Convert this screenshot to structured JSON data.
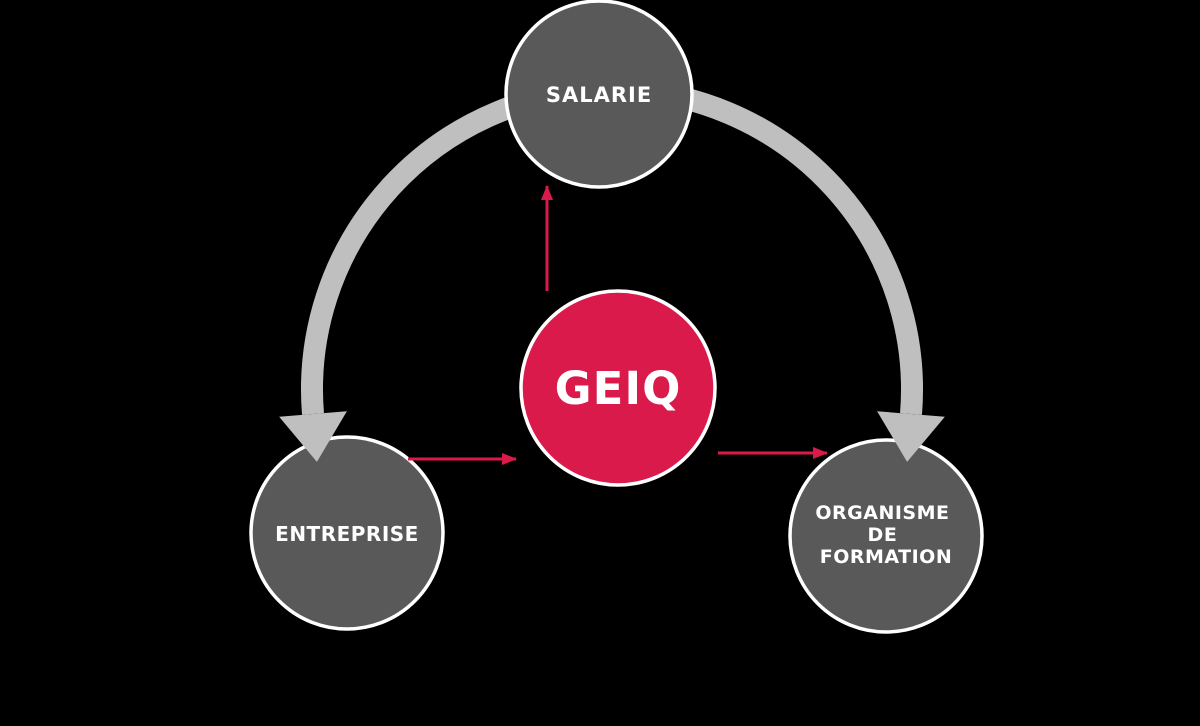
{
  "diagram": {
    "center_node": {
      "label": "GEIQ"
    },
    "nodes": {
      "salarie": {
        "label": "SALARIE"
      },
      "entreprise": {
        "label": "ENTREPRISE"
      },
      "organisme": {
        "lines": [
          "ORGANISME",
          "DE",
          "FORMATION"
        ]
      }
    },
    "colors": {
      "background": "#000000",
      "node_fill": "#595959",
      "node_border": "#ffffff",
      "arc_gray": "#bfbfbf",
      "accent_red": "#da1a4b",
      "label_text": "#ffffff"
    }
  }
}
